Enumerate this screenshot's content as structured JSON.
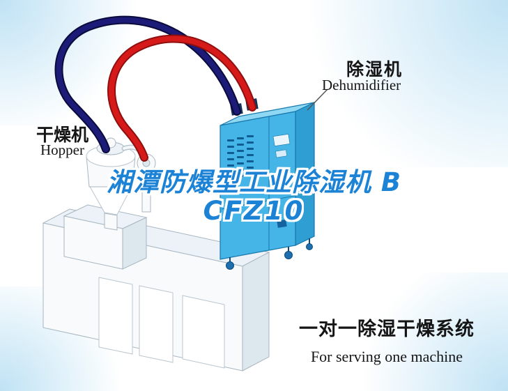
{
  "illustration": {
    "hopper_label": {
      "cn": "干燥机",
      "en": "Hopper"
    },
    "dehumidifier_label": {
      "cn": "除湿机",
      "en": "Dehumidifier"
    }
  },
  "title": {
    "line1": "湘潭防爆型工业除湿机 B",
    "line2": "CFZ10"
  },
  "caption": {
    "cn": "一对一除湿干燥系统",
    "en": "For serving one machine"
  },
  "colors": {
    "title_blue": "#1b82d6",
    "hose_red": "#d61a1a",
    "hose_red_dark": "#8f0f0f",
    "hose_navy": "#1c1c78",
    "hose_navy_dark": "#0a0a3c",
    "cabinet_blue": "#45b4e6",
    "cabinet_blue_side": "#2f9ed2",
    "cabinet_blue_top": "#8fd8f4",
    "cabinet_outline": "#1878ab",
    "corner_blue": "#bfe2f4",
    "text_dark": "#151515"
  }
}
